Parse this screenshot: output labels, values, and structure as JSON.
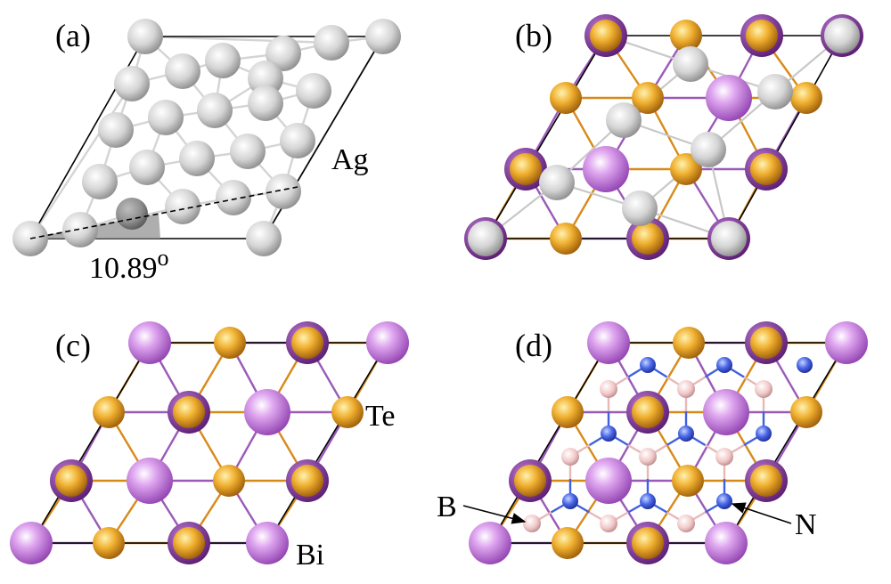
{
  "panels": {
    "a": {
      "label": "(a)"
    },
    "b": {
      "label": "(b)"
    },
    "c": {
      "label": "(c)"
    },
    "d": {
      "label": "(d)"
    }
  },
  "element_labels": {
    "ag": "Ag",
    "te": "Te",
    "bi": "Bi",
    "b": "B",
    "n": "N"
  },
  "angle": {
    "value": "10.89",
    "unit": "o"
  },
  "colors": {
    "ag": "#cfcfcf",
    "te": "#e0a020",
    "bi": "#c070d8",
    "boron": "#f0c8c8",
    "nitrogen": "#4060e0",
    "cell": "#000000"
  }
}
